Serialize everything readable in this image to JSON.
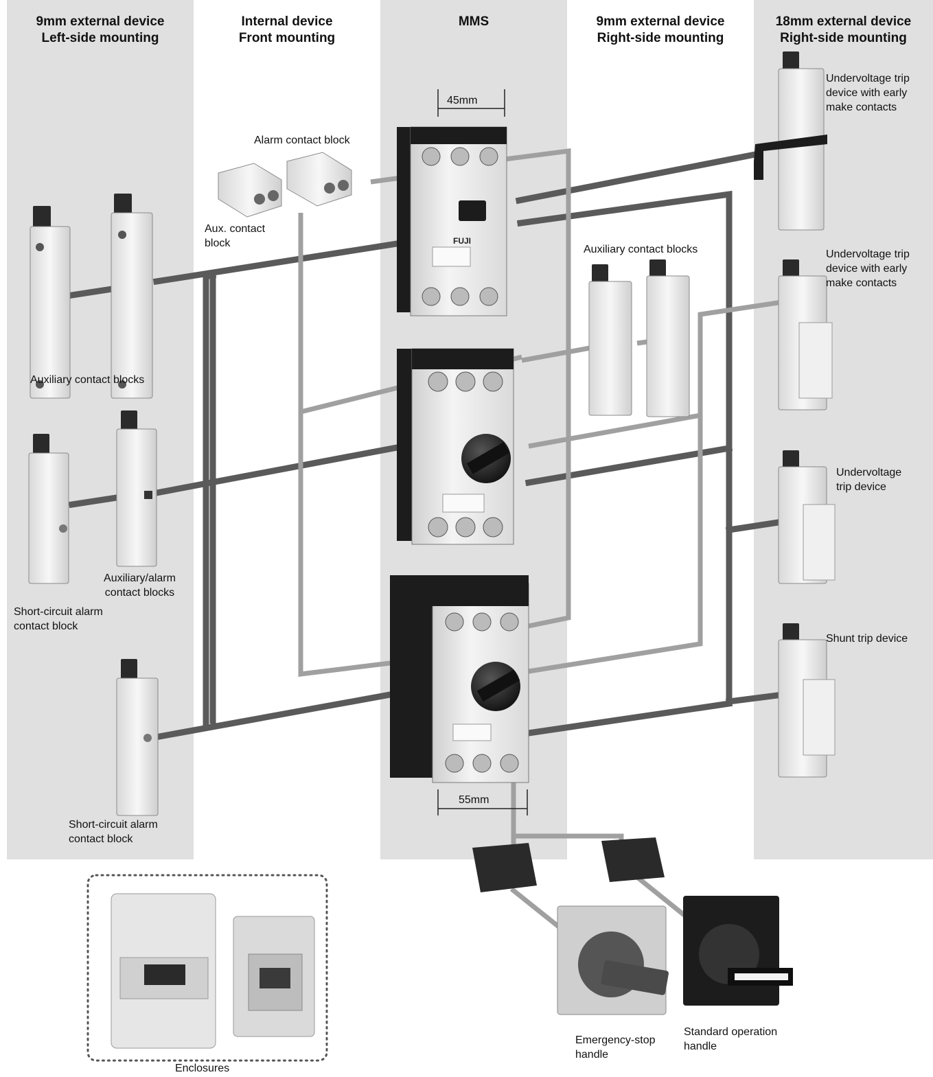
{
  "columns": [
    {
      "line1": "9mm external device",
      "line2": "Left-side mounting"
    },
    {
      "line1": "Internal device",
      "line2": "Front mounting"
    },
    {
      "line1": "MMS",
      "line2": ""
    },
    {
      "line1": "9mm external device",
      "line2": "Right-side mounting"
    },
    {
      "line1": "18mm external device",
      "line2": "Right-side mounting"
    }
  ],
  "labels": {
    "alarm_contact_block": "Alarm contact block",
    "aux_contact_block": [
      "Aux. contact",
      "block"
    ],
    "aux_contact_blocks_left": "Auxiliary contact blocks",
    "aux_alarm_contact_blocks": [
      "Auxiliary/alarm",
      "contact blocks"
    ],
    "short_circuit_alarm_1": [
      "Short-circuit alarm",
      "contact block"
    ],
    "short_circuit_alarm_2": [
      "Short-circuit alarm",
      "contact block"
    ],
    "aux_contact_blocks_right": "Auxiliary contact blocks",
    "uv_trip_early_1": [
      "Undervoltage trip",
      "device with early",
      "make contacts"
    ],
    "uv_trip_early_2": [
      "Undervoltage trip",
      "device with early",
      "make contacts"
    ],
    "uv_trip": [
      "Undervoltage",
      "trip device"
    ],
    "shunt_trip": "Shunt trip device",
    "emergency_stop_handle": [
      "Emergency-stop",
      "handle"
    ],
    "standard_operation_handle": [
      "Standard operation",
      "handle"
    ],
    "enclosures": "Enclosures"
  },
  "dimensions": {
    "top_width": "45mm",
    "bottom_width": "55mm"
  },
  "brand": "FUJI",
  "colors": {
    "band": "#e0e0e0",
    "line_dark": "#5a5a5a",
    "line_light": "#9a9a9a",
    "device": "#f2f2f2",
    "black": "#1c1c1c"
  }
}
